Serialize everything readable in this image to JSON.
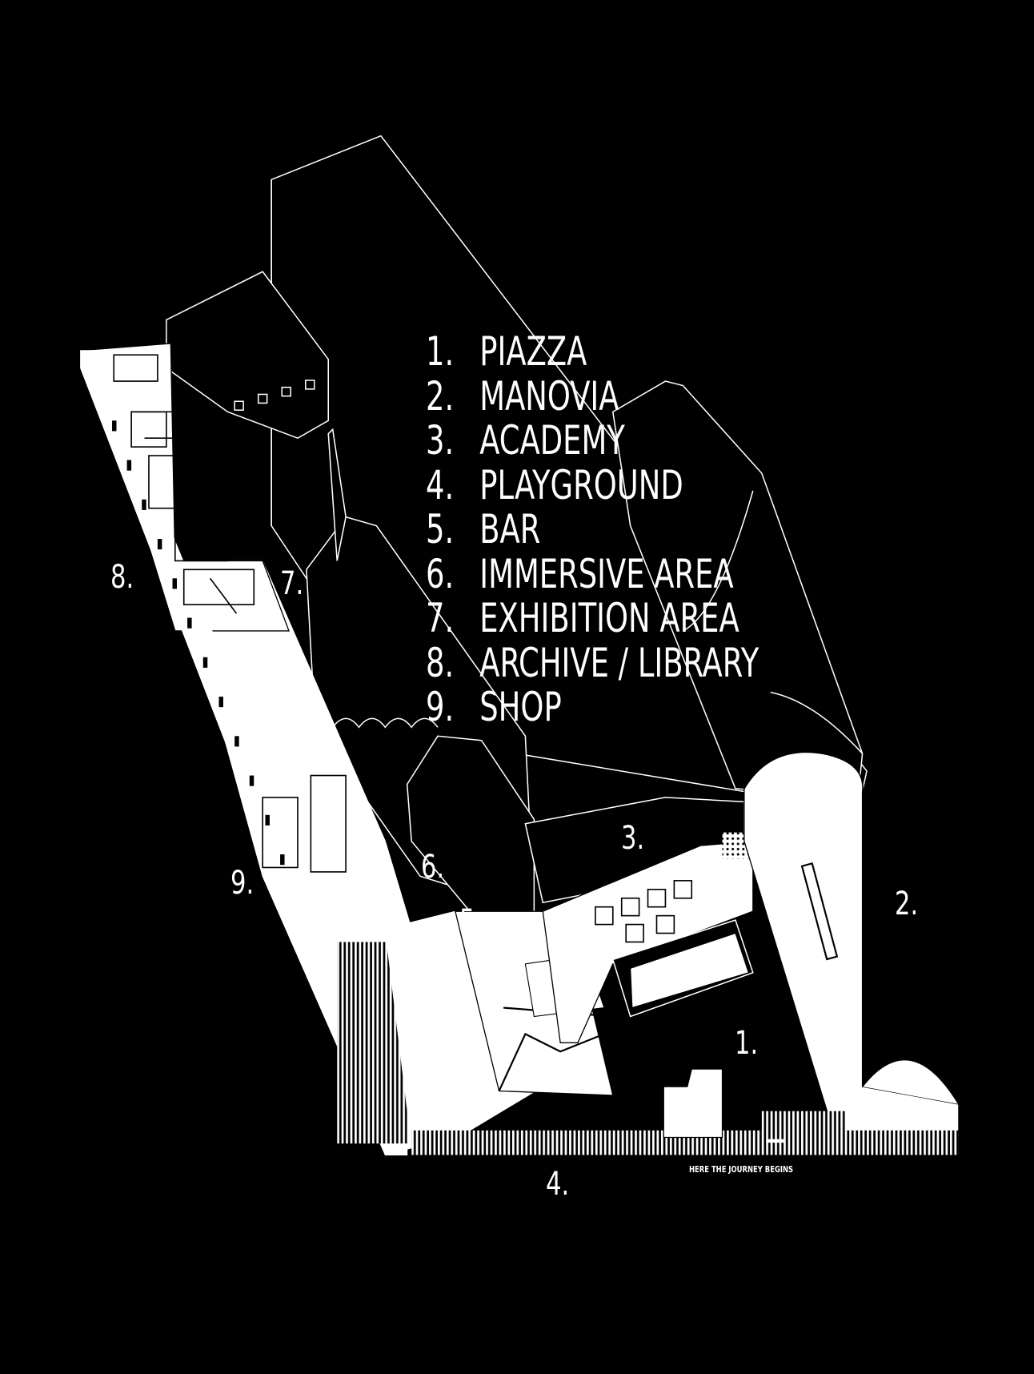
{
  "legend": [
    {
      "num": "1.",
      "label": "PIAZZA"
    },
    {
      "num": "2.",
      "label": "MANOVIA"
    },
    {
      "num": "3.",
      "label": "ACADEMY"
    },
    {
      "num": "4.",
      "label": "PLAYGROUND"
    },
    {
      "num": "5.",
      "label": "BAR"
    },
    {
      "num": "6.",
      "label": "IMMERSIVE AREA"
    },
    {
      "num": "7.",
      "label": "EXHIBITION AREA"
    },
    {
      "num": "8.",
      "label": "ARCHIVE / LIBRARY"
    },
    {
      "num": "9.",
      "label": "SHOP"
    }
  ],
  "map_labels": {
    "piazza": "1.",
    "manovia": "2.",
    "academy": "3.",
    "playground": "4.",
    "bar": "5.",
    "immersive": "6.",
    "exhibition": "7.",
    "archive": "8.",
    "shop": "9."
  },
  "caption": "HERE THE JOURNEY BEGINS",
  "colors": {
    "background": "#000000",
    "line": "#ffffff"
  }
}
